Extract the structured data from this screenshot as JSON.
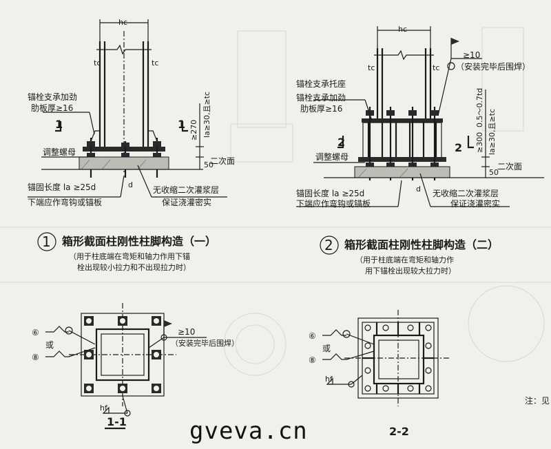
{
  "detail1": {
    "dim_hc": "hc",
    "tc_left": "tc",
    "tc_right": "tc",
    "label_stiffener_line1": "锚栓支承加劲",
    "label_stiffener_line2": "肋板厚≥16",
    "section_mark": "1",
    "dim_270": "≥270",
    "dim_la": "la≥30,且≥tc",
    "dim_50": "50",
    "label_secondary": "二次面",
    "label_nut": "调整螺母",
    "dim_d": "d",
    "label_anchor_line1": "锚固长度 la ≥25d",
    "label_anchor_line2": "下端应作弯钩或锚板",
    "label_grout_line1": "无收缩二次灌浆层",
    "label_grout_line2": "保证浇灌密实",
    "number": "1",
    "title": "箱形截面柱刚性柱脚构造（一）",
    "note_line1": "（用于柱底端在弯矩和轴力作用下锚",
    "note_line2": "栓出现较小拉力和不出现拉力时）"
  },
  "detail2": {
    "dim_hc": "hc",
    "tc_left": "tc",
    "tc_right": "tc",
    "weld_size": "≥10",
    "weld_note": "（安装完毕后围焊）",
    "label_support": "锚栓支承托座",
    "label_stiffener_line1": "锚栓支承加劲",
    "label_stiffener_line2": "肋板厚≥16",
    "section_mark": "2",
    "dim_300": "≥300",
    "dim_td": "0.5～0.7td",
    "dim_la": "la≥30,且≥tc",
    "dim_50": "50",
    "label_secondary": "二次面",
    "label_nut": "调整螺母",
    "dim_d": "d",
    "label_anchor_line1": "锚固长度 la ≥25d",
    "label_anchor_line2": "下端应作弯钩或锚板",
    "label_grout_line1": "无收缩二次灌浆层",
    "label_grout_line2": "保证浇灌密实",
    "number": "2",
    "title": "箱形截面柱刚性柱脚构造（二）",
    "note_line1": "（用于柱底端在弯矩和轴力作",
    "note_line2": "用下锚栓出现较大拉力时）"
  },
  "section11": {
    "weld_6": "⑥",
    "weld_or": "或",
    "weld_8": "⑧",
    "weld_size": "≥10",
    "weld_note": "（安装完毕后围焊）",
    "hf": "hf",
    "label": "1-1"
  },
  "section22": {
    "weld_6": "⑥",
    "weld_or": "或",
    "weld_8": "⑧",
    "hf": "hf",
    "label": "2-2",
    "note": "注：见"
  },
  "watermark": "gveva.cn"
}
